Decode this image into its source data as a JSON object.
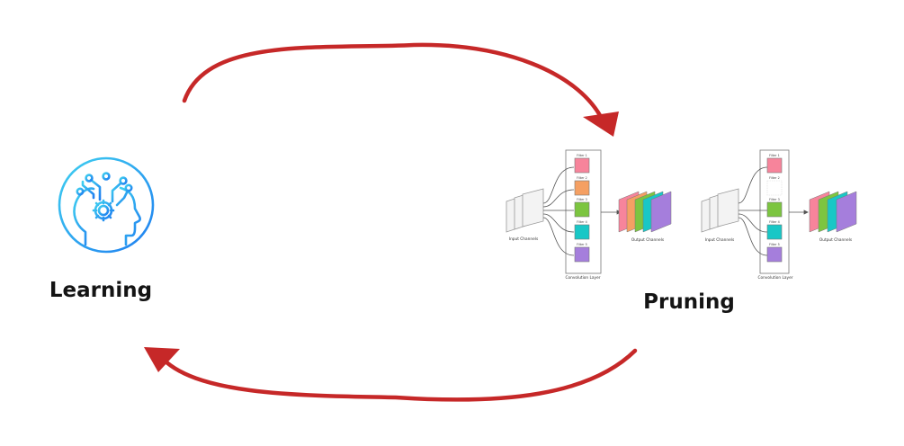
{
  "labels": {
    "learning": "Learning",
    "pruning": "Pruning"
  },
  "diagrams": {
    "input_channels": "Input Channels",
    "output_channels": "Output Channels",
    "convolution_layer": "Convolution Layer",
    "filters": [
      "Filter 1",
      "Filter 2",
      "Filter 3",
      "Filter 4",
      "Filter 5"
    ]
  },
  "colors": {
    "arrow": "#c62828",
    "icon_gradient_start": "#3fd0f0",
    "icon_gradient_end": "#1f7ef0",
    "filter_colors": [
      "#f7849b",
      "#f5a063",
      "#7cc540",
      "#19c7c6",
      "#a57edc"
    ],
    "pruned_filter_index": 1
  },
  "icons": {
    "learning": "brain-gear-circuit-icon"
  }
}
